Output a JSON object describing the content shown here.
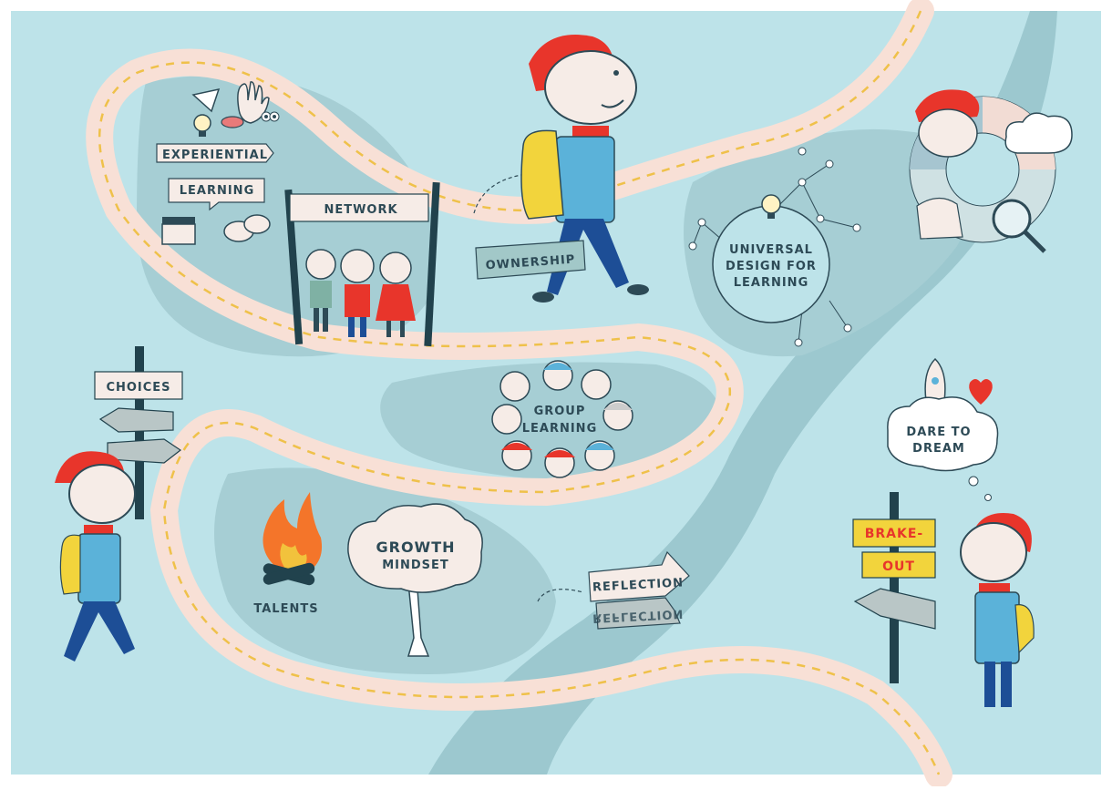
{
  "labels": {
    "experiential_1": "EXPERIENTIAL",
    "experiential_2": "LEARNING",
    "network": "NETWORK",
    "ownership": "OWNERSHIP",
    "udl_1": "UNIVERSAL",
    "udl_2": "DESIGN FOR",
    "udl_3": "LEARNING",
    "choices": "CHOICES",
    "group_1": "GROUP",
    "group_2": "LEARNING",
    "dare_1": "DARE TO",
    "dare_2": "DREAM",
    "growth_1": "GROWTH",
    "growth_2": "MINDSET",
    "talents": "TALENTS",
    "reflection": "REFLECTION",
    "reflection_mirror": "REFLECTION",
    "brakeout_1": "BRAKE-",
    "brakeout_2": "OUT"
  },
  "colors": {
    "background": "#bde3e9",
    "island": "#a6ced4",
    "road": "#f8e0d6",
    "road_dash": "#efc14a",
    "river": "#9cc8cf",
    "sign": "#f6ece7",
    "sign_post": "#21424d",
    "hat": "#e8352b",
    "jacket": "#5bb2d9",
    "pants": "#1d4e96",
    "backpack": "#f2d43c",
    "brakeout_sign": "#f2d43c"
  },
  "icons": [
    "paper-plane-icon",
    "lightbulb-icon",
    "hand-icon",
    "lips-icon",
    "eyes-icon",
    "clapperboard-icon",
    "speech-bubbles-icon",
    "fire-icon",
    "rocket-icon",
    "heart-icon",
    "magnifier-icon",
    "cloud-icon"
  ]
}
